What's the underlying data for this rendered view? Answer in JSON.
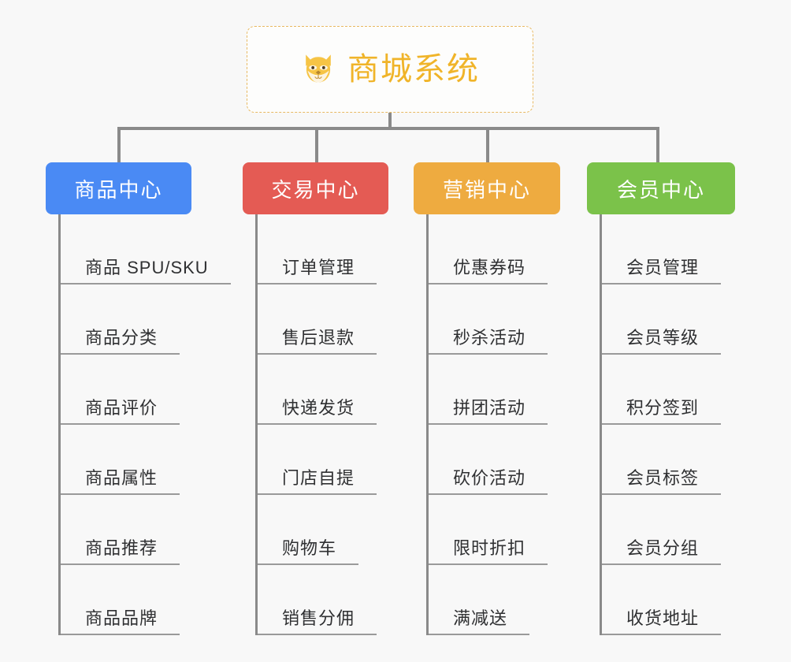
{
  "background_color": "#f8f8f8",
  "connector_color": "#8a8a8a",
  "root": {
    "icon": "shiba-dog-face-icon",
    "title": "商城系统",
    "title_color": "#f0b429",
    "border_color": "#e8b962",
    "border_style": "dashed"
  },
  "branches": [
    {
      "id": "product-center",
      "label": "商品中心",
      "color": "#4a8af4",
      "items": [
        {
          "label": "商品 SPU/SKU"
        },
        {
          "label": "商品分类"
        },
        {
          "label": "商品评价"
        },
        {
          "label": "商品属性"
        },
        {
          "label": "商品推荐"
        },
        {
          "label": "商品品牌"
        }
      ]
    },
    {
      "id": "trade-center",
      "label": "交易中心",
      "color": "#e45b54",
      "items": [
        {
          "label": "订单管理"
        },
        {
          "label": "售后退款"
        },
        {
          "label": "快递发货"
        },
        {
          "label": "门店自提"
        },
        {
          "label": "购物车"
        },
        {
          "label": "销售分佣"
        }
      ]
    },
    {
      "id": "marketing-center",
      "label": "营销中心",
      "color": "#eeab40",
      "items": [
        {
          "label": "优惠券码"
        },
        {
          "label": "秒杀活动"
        },
        {
          "label": "拼团活动"
        },
        {
          "label": "砍价活动"
        },
        {
          "label": "限时折扣"
        },
        {
          "label": "满减送"
        }
      ]
    },
    {
      "id": "member-center",
      "label": "会员中心",
      "color": "#7bc24a",
      "items": [
        {
          "label": "会员管理"
        },
        {
          "label": "会员等级"
        },
        {
          "label": "积分签到"
        },
        {
          "label": "会员标签"
        },
        {
          "label": "会员分组"
        },
        {
          "label": "收货地址"
        }
      ]
    }
  ]
}
